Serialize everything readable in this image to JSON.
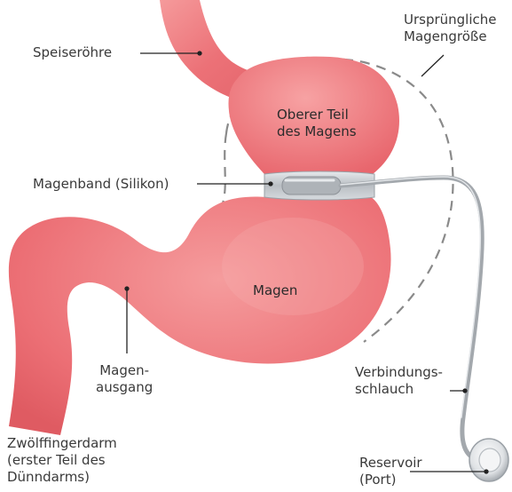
{
  "labels": {
    "esophagus": "Speiseröhre",
    "original_size": [
      "Ursprüngliche",
      "Magengröße"
    ],
    "upper_stomach": [
      "Oberer Teil",
      "des Magens"
    ],
    "gastric_band": "Magenband (Silikon)",
    "stomach": "Magen",
    "stomach_outlet": [
      "Magen-",
      "ausgang"
    ],
    "connecting_tube": [
      "Verbindungs-",
      "schlauch"
    ],
    "duodenum": [
      "Zwölffingerdarm",
      "(erster Teil des",
      "Dünndarms)"
    ],
    "reservoir": [
      "Reservoir",
      "(Port)"
    ]
  },
  "colors": {
    "tissue": "#ec6f74",
    "tissue_light": "#f7a4a4",
    "tissue_dark": "#d9545c",
    "band": "#c9cdd1",
    "tube": "#a9adb1",
    "dashed_outline": "#8a8a8a",
    "leader_line": "#222222"
  }
}
